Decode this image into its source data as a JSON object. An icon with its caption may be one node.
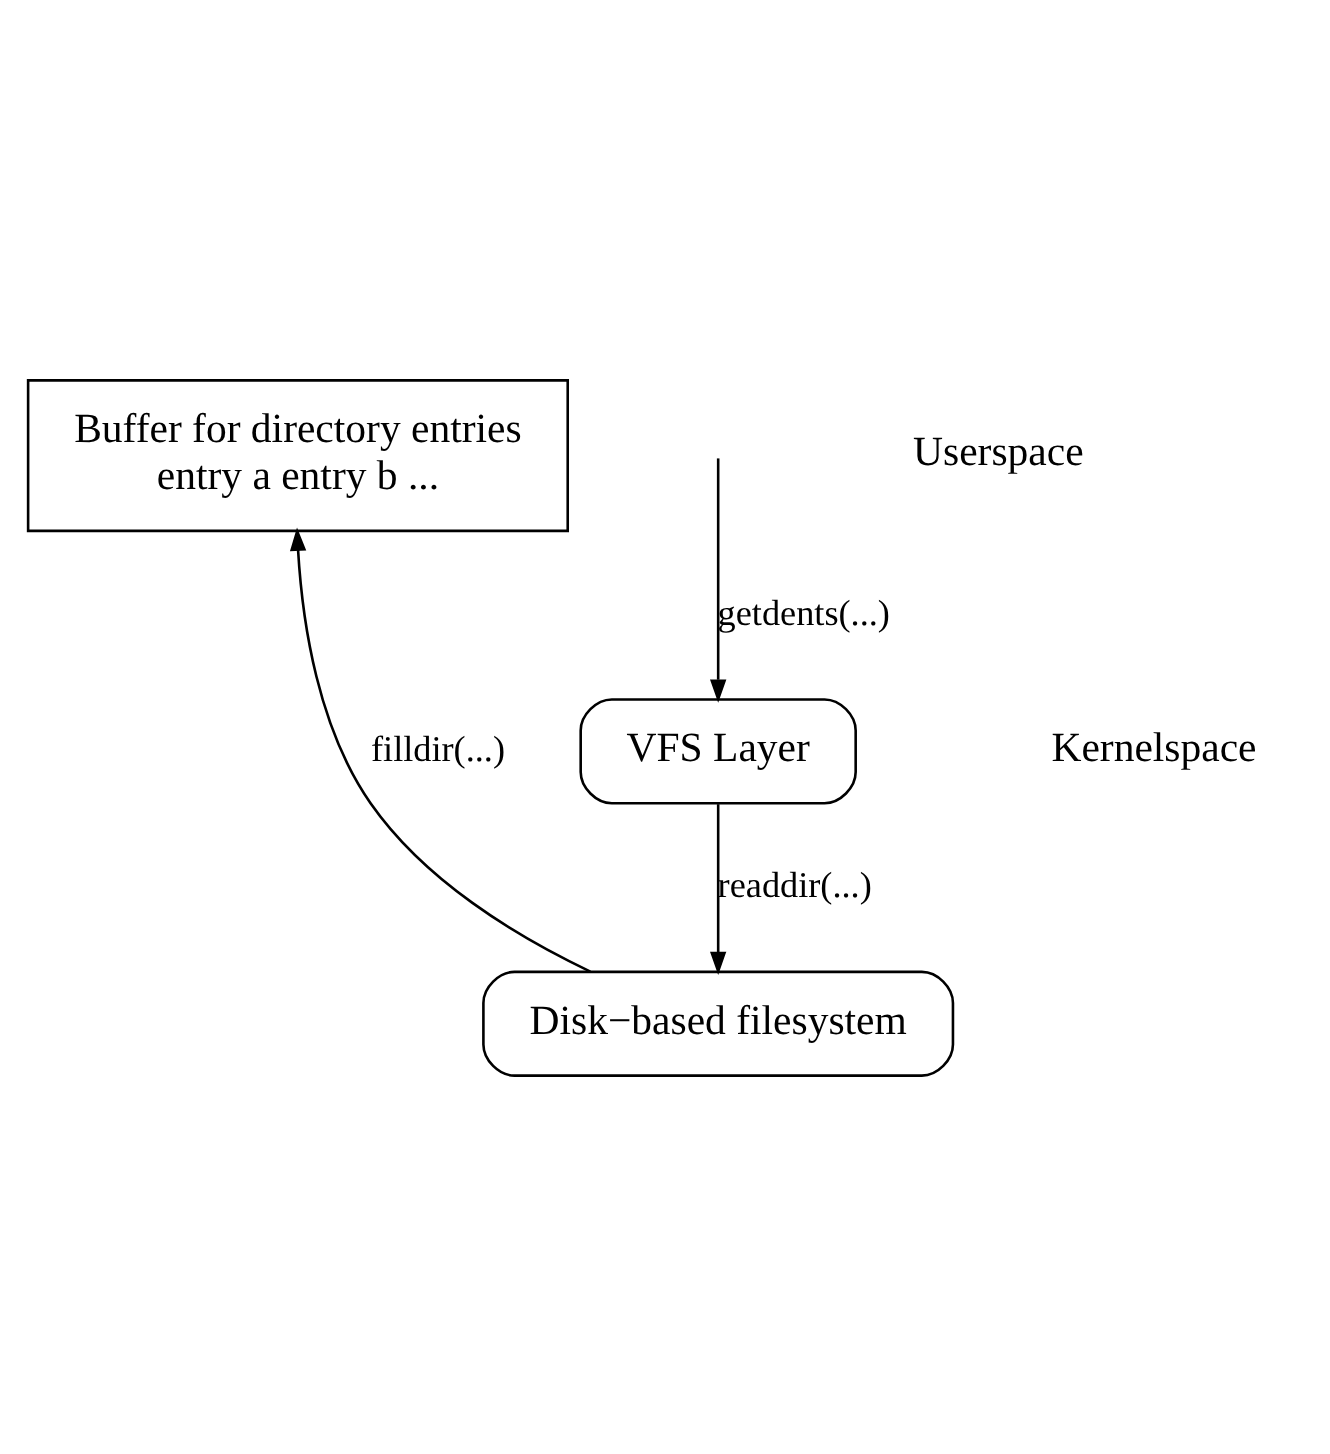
{
  "diagram": {
    "nodes": [
      {
        "text": [
          "Buffer for directory entries",
          "entry a entry b ..."
        ]
      },
      {
        "text": [
          "VFS Layer"
        ]
      },
      {
        "text": [
          "Disk−based filesystem"
        ]
      }
    ],
    "edges": [
      {
        "from": null,
        "to": 1,
        "arrow": "to",
        "label": "getdents(...)"
      },
      {
        "from": 1,
        "to": 2,
        "arrow": "to",
        "label": "readdir(...)"
      },
      {
        "from": 2,
        "to": 0,
        "arrow": "to",
        "label": "filldir(...)"
      }
    ],
    "labels": [
      "Userspace",
      "Kernelspace"
    ]
  }
}
